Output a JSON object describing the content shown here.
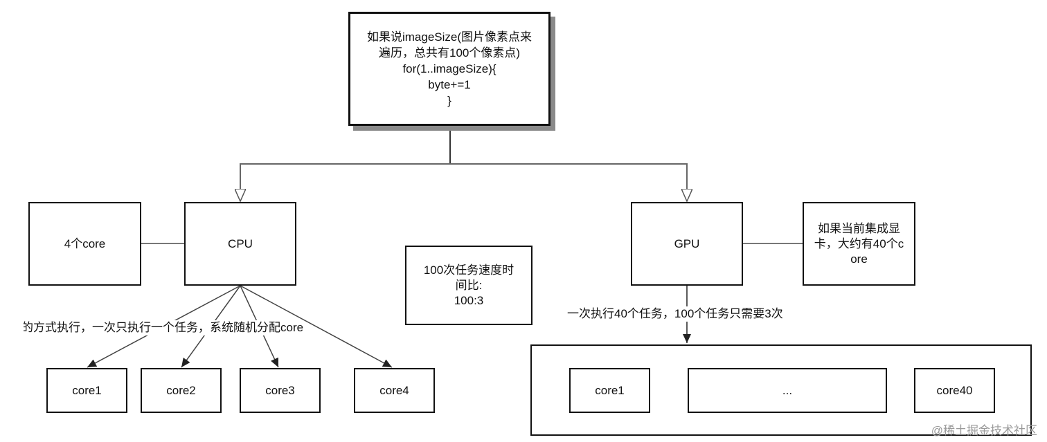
{
  "nodes": {
    "code": [
      "如果说imageSize(图片像素点来",
      "遍历，总共有100个像素点)",
      "for(1..imageSize){",
      "byte+=1",
      "}"
    ],
    "cpu": "CPU",
    "cpu_cores": "4个core",
    "gpu": "GPU",
    "gpu_cores": [
      "如果当前集成显",
      "卡，大约有40个c",
      "ore"
    ],
    "speed": [
      "100次任务速度时",
      "间比:",
      "100:3"
    ],
    "cpu_core1": "core1",
    "cpu_core2": "core2",
    "cpu_core3": "core3",
    "cpu_core4": "core4",
    "gpu_core1": "core1",
    "gpu_ellipsis": "...",
    "gpu_core40": "core40"
  },
  "edges": {
    "cpu_text": "的方式执行，一次只执行一个任务，系统随机分配core",
    "gpu_text": "一次执行40个任务，100个任务只需要3次"
  },
  "watermark": "@稀土掘金技术社区"
}
